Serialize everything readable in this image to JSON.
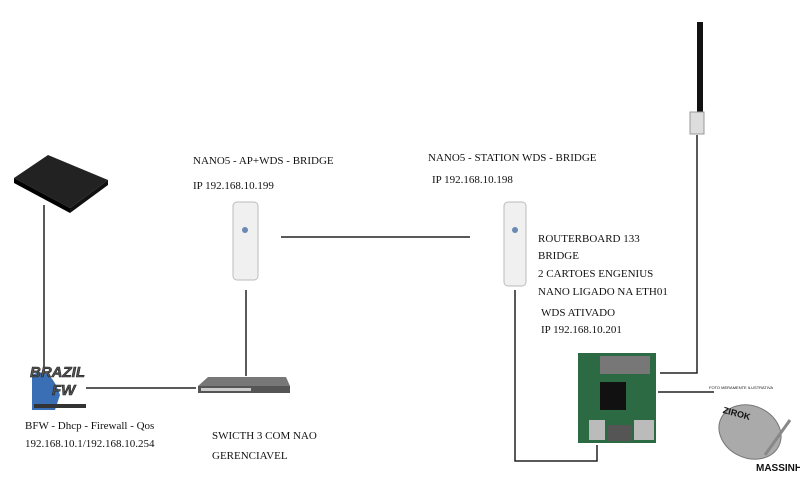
{
  "nano_ap": {
    "title": "NANO5 - AP+WDS - BRIDGE",
    "ip": "IP 192.168.10.199"
  },
  "nano_station": {
    "title": "NANO5 - STATION WDS - BRIDGE",
    "ip": "IP 192.168.10.198"
  },
  "routerboard": {
    "lines": [
      "ROUTERBOARD 133",
      "BRIDGE",
      "2 CARTOES ENGENIUS",
      "NANO LIGADO NA ETH01",
      "WDS ATIVADO",
      "IP 192.168.10.201"
    ]
  },
  "bfw": {
    "desc": "BFW - Dhcp - Firewall - Qos",
    "ip": "192.168.10.1/192.168.10.254",
    "logo_text": "BRAZIL FW"
  },
  "switch": {
    "line1": "SWICTH 3 COM NAO",
    "line2": "GERENCIAVEL"
  },
  "dish": {
    "note": "FOTO MERAMENTE ILUSTRATIVA",
    "label": "MASSINHA",
    "brand": "ZIROK"
  }
}
